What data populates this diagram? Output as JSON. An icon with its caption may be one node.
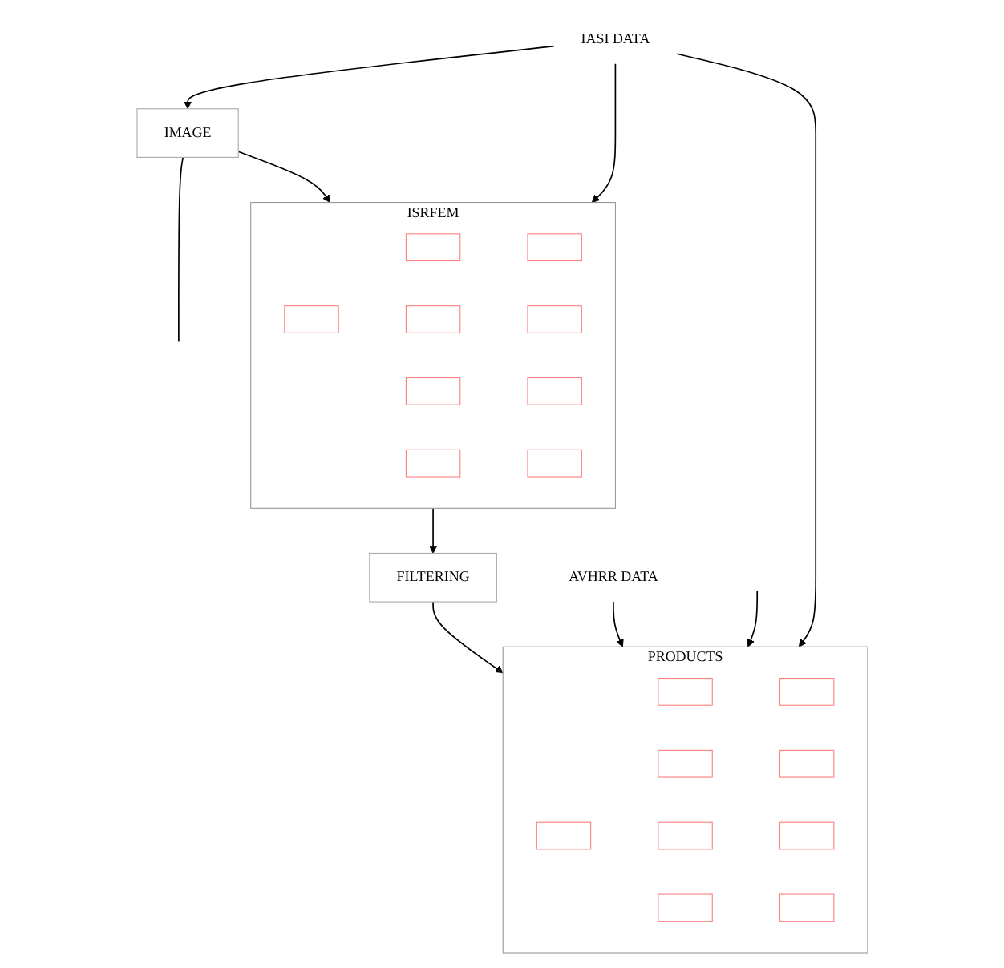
{
  "diagram": {
    "nodes": [
      {
        "text": [
          "IASI DATA"
        ]
      },
      {
        "text": [
          "IMAGE"
        ]
      },
      {
        "text": [
          "ISRFEM"
        ]
      },
      {
        "text": [],
        "shape": "box",
        "in": 2
      },
      {
        "text": [],
        "shape": "box",
        "in": 2
      },
      {
        "text": [],
        "shape": "box",
        "in": 2
      },
      {
        "text": [],
        "shape": "box",
        "in": 2
      },
      {
        "text": [],
        "shape": "box",
        "in": 2
      },
      {
        "text": [],
        "shape": "box",
        "in": 2
      },
      {
        "text": [],
        "shape": "box",
        "in": 2
      },
      {
        "text": [],
        "shape": "box",
        "in": 2
      },
      {
        "text": [],
        "shape": "box",
        "in": 2
      },
      {
        "text": [
          "FILTERING"
        ]
      },
      {
        "text": [
          "PRODUCTS"
        ]
      },
      {
        "text": [],
        "shape": "box",
        "in": 13
      },
      {
        "text": [],
        "shape": "box",
        "in": 13
      },
      {
        "text": [],
        "shape": "box",
        "in": 13
      },
      {
        "text": [],
        "shape": "box",
        "in": 13
      },
      {
        "text": [],
        "shape": "box",
        "in": 13
      },
      {
        "text": [],
        "shape": "box",
        "in": 13
      },
      {
        "text": [],
        "shape": "box",
        "in": 13
      },
      {
        "text": [],
        "shape": "box",
        "in": 13
      },
      {
        "text": [],
        "shape": "box",
        "in": 13
      },
      {
        "text": [
          "AVHRR DATA"
        ]
      }
    ],
    "edges": [
      {
        "from": 0,
        "to": 1,
        "arrow": "to"
      },
      {
        "from": 0,
        "to": 2,
        "arrow": "to"
      },
      {
        "from": 0,
        "to": 13,
        "arrow": "to"
      },
      {
        "from": 1,
        "to": 2,
        "arrow": "to"
      },
      {
        "from": 2,
        "to": 12,
        "arrow": "to"
      },
      {
        "from": 12,
        "to": 13,
        "arrow": "to"
      },
      {
        "from": 23,
        "to": 13,
        "arrow": "to"
      },
      {
        "from": 1,
        "to": null,
        "arrow": "none"
      },
      {
        "from": null,
        "to": 13,
        "arrow": "to"
      }
    ]
  }
}
